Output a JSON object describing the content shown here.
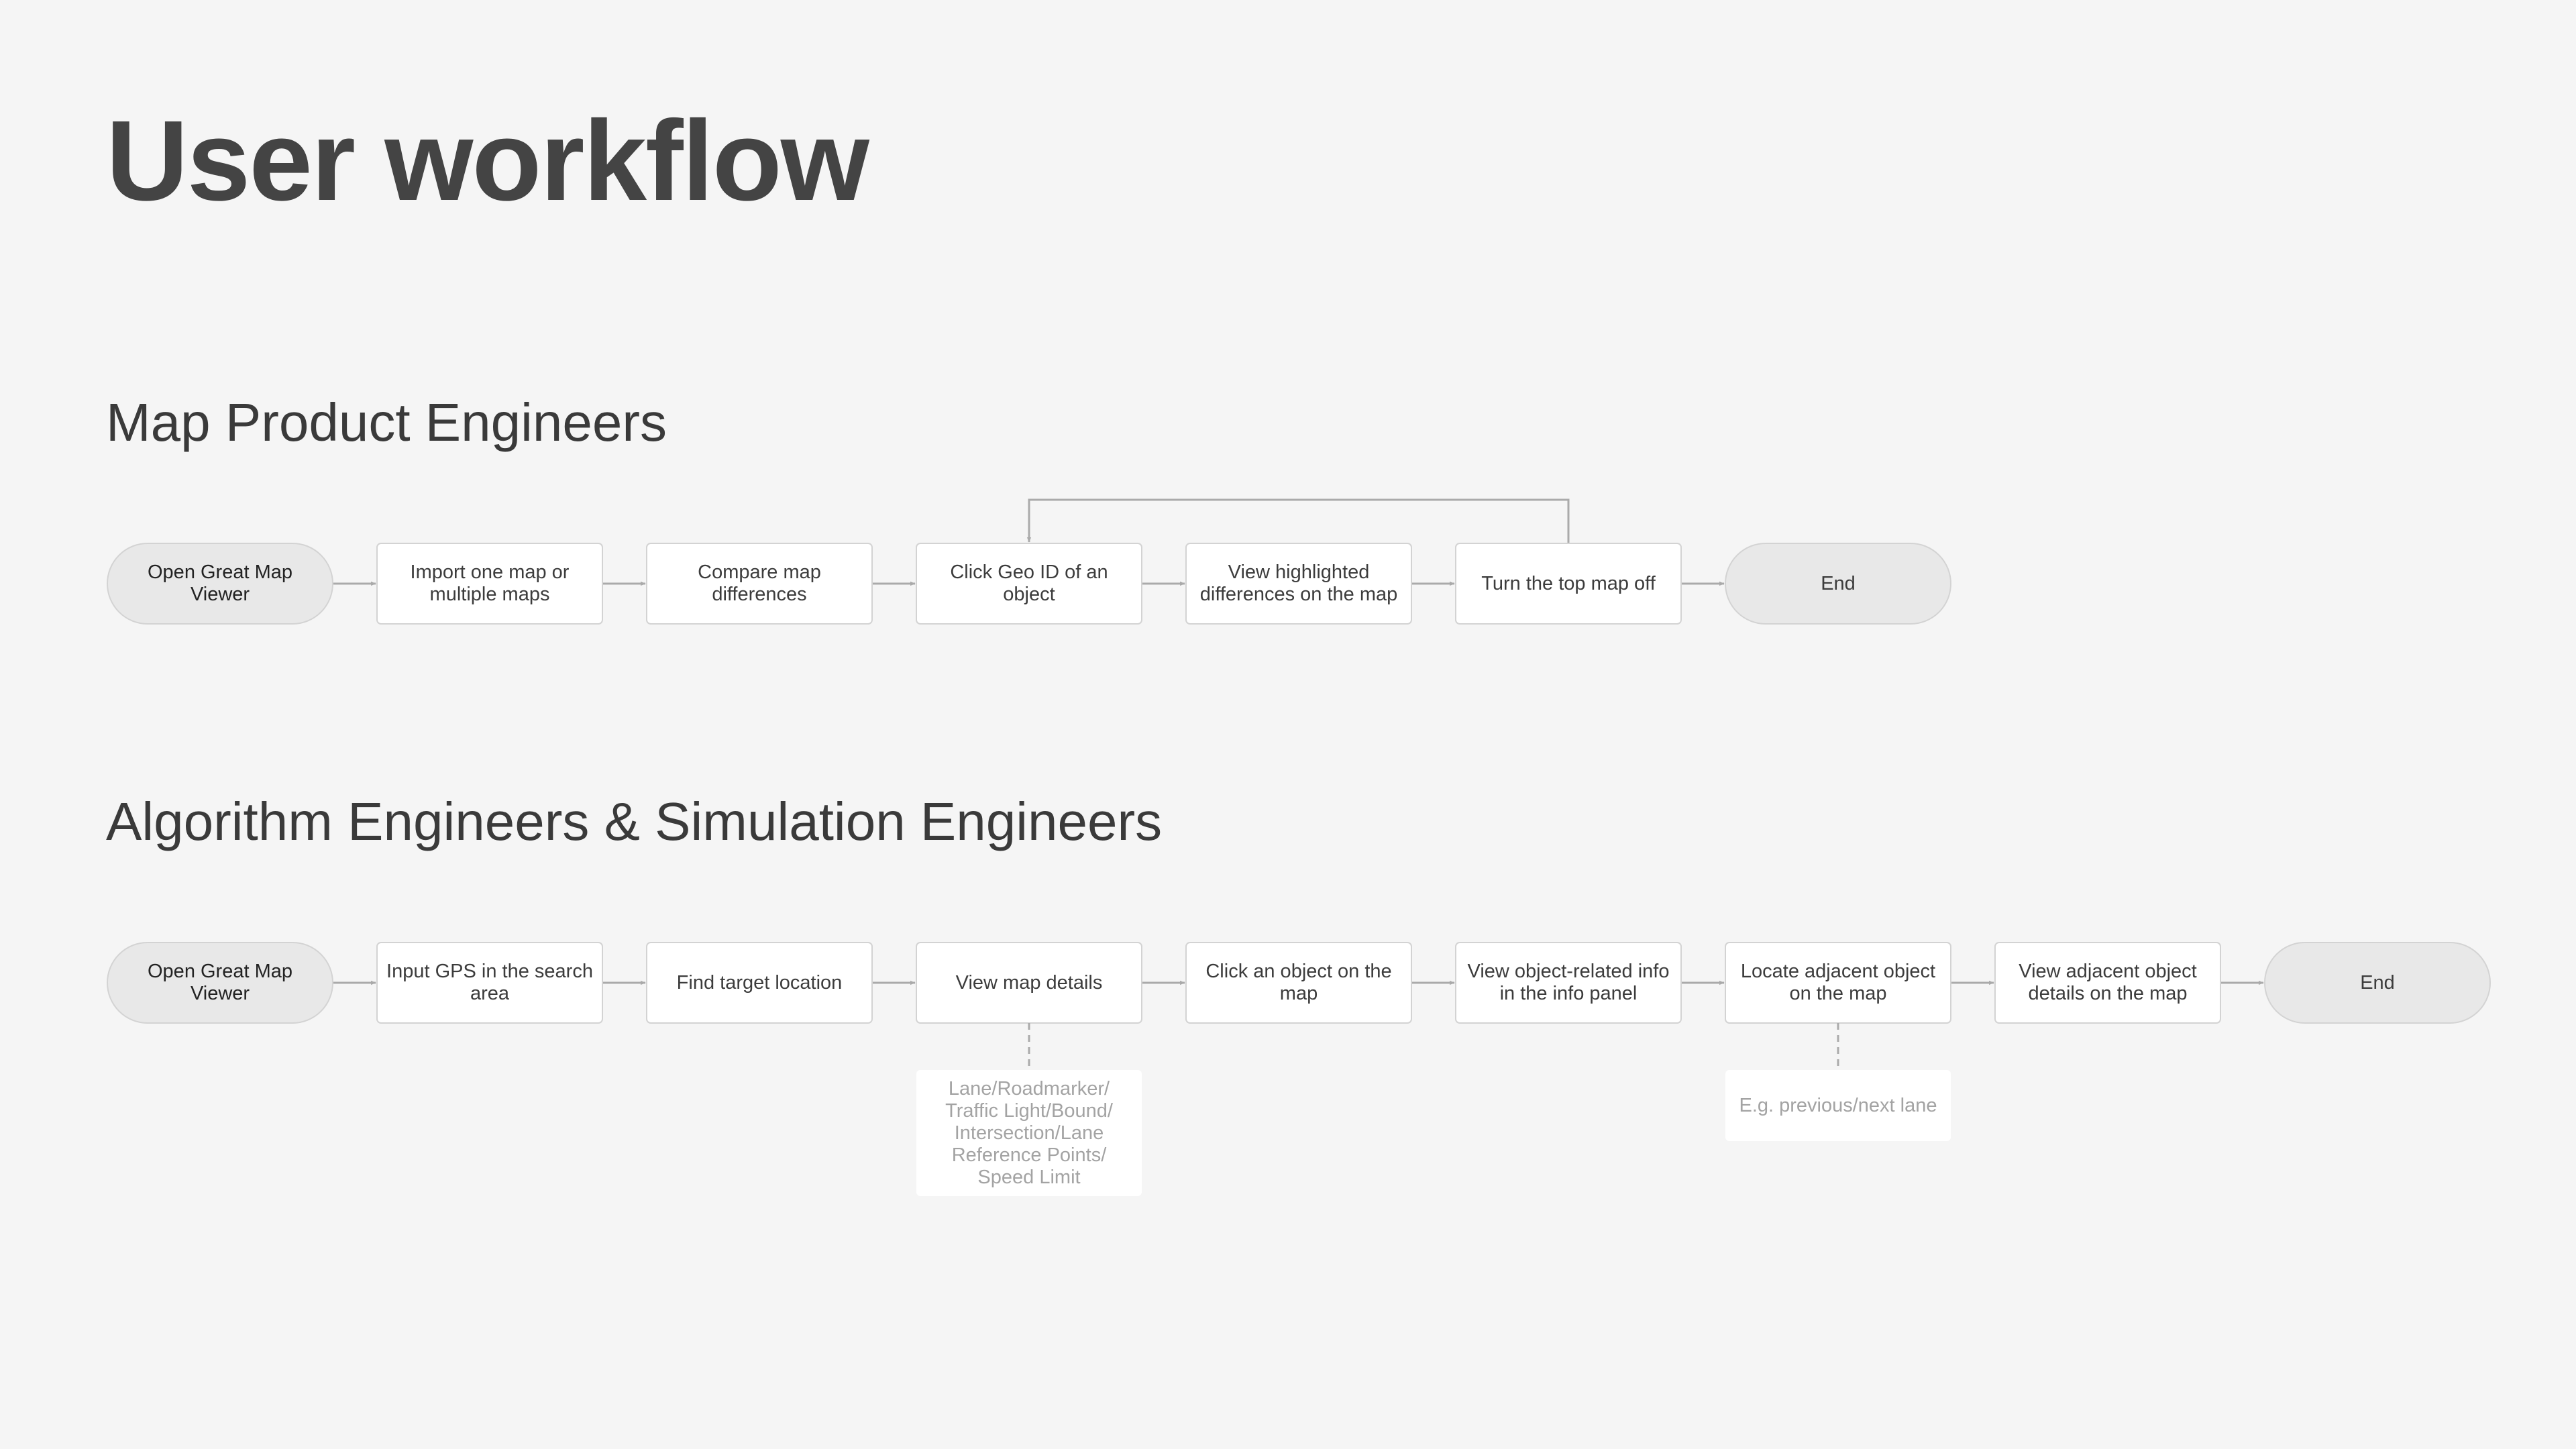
{
  "page": {
    "title": "User workflow"
  },
  "colors": {
    "background": "#f5f5f5",
    "process_fill": "#ffffff",
    "terminal_fill": "#e8e8e8",
    "node_stroke": "#d3d3d3",
    "connector": "#aaaaaa",
    "note_text": "#a3a3a3"
  },
  "sections": [
    {
      "title": "Map Product Engineers",
      "nodes": [
        {
          "id": "p1",
          "kind": "terminal",
          "role": "start",
          "label": "Open Great Map Viewer"
        },
        {
          "id": "p2",
          "kind": "process",
          "label": "Import one map or multiple maps"
        },
        {
          "id": "p3",
          "kind": "process",
          "label": "Compare map differences"
        },
        {
          "id": "p4",
          "kind": "process",
          "label": "Click Geo ID of an object"
        },
        {
          "id": "p5",
          "kind": "process",
          "label": "View highlighted differences on the map"
        },
        {
          "id": "p6",
          "kind": "process",
          "label": "Turn the top map off"
        },
        {
          "id": "p7",
          "kind": "terminal",
          "role": "end",
          "label": "End"
        }
      ],
      "edges": [
        {
          "from": "p1",
          "to": "p2"
        },
        {
          "from": "p2",
          "to": "p3"
        },
        {
          "from": "p3",
          "to": "p4"
        },
        {
          "from": "p4",
          "to": "p5"
        },
        {
          "from": "p5",
          "to": "p6"
        },
        {
          "from": "p6",
          "to": "p7"
        },
        {
          "from": "p6",
          "to": "p4",
          "style": "loop-back"
        }
      ],
      "notes": []
    },
    {
      "title": "Algorithm Engineers & Simulation Engineers",
      "nodes": [
        {
          "id": "a1",
          "kind": "terminal",
          "role": "start",
          "label": "Open Great Map Viewer"
        },
        {
          "id": "a2",
          "kind": "process",
          "label": "Input GPS in the search area"
        },
        {
          "id": "a3",
          "kind": "process",
          "label": "Find target location"
        },
        {
          "id": "a4",
          "kind": "process",
          "label": "View map details"
        },
        {
          "id": "a5",
          "kind": "process",
          "label": "Click an object on the map"
        },
        {
          "id": "a6",
          "kind": "process",
          "label": "View object-related info in the info panel"
        },
        {
          "id": "a7",
          "kind": "process",
          "label": "Locate adjacent object on the map"
        },
        {
          "id": "a8",
          "kind": "process",
          "label": "View adjacent object details on the map"
        },
        {
          "id": "a9",
          "kind": "terminal",
          "role": "end",
          "label": "End"
        }
      ],
      "edges": [
        {
          "from": "a1",
          "to": "a2"
        },
        {
          "from": "a2",
          "to": "a3"
        },
        {
          "from": "a3",
          "to": "a4"
        },
        {
          "from": "a4",
          "to": "a5"
        },
        {
          "from": "a5",
          "to": "a6"
        },
        {
          "from": "a6",
          "to": "a7"
        },
        {
          "from": "a7",
          "to": "a8"
        },
        {
          "from": "a8",
          "to": "a9"
        }
      ],
      "notes": [
        {
          "attach_to": "a4",
          "label": "Lane/Roadmarker/ Traffic Light/Bound/ Intersection/Lane Reference Points/ Speed Limit"
        },
        {
          "attach_to": "a7",
          "label": "E.g. previous/next lane"
        }
      ]
    }
  ]
}
